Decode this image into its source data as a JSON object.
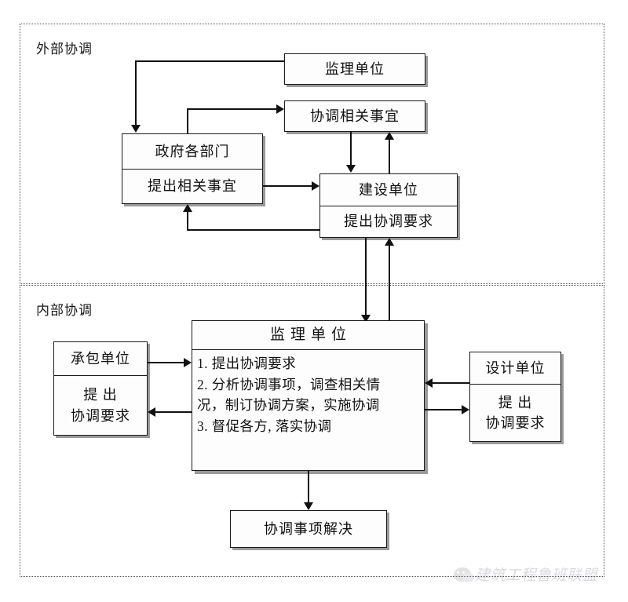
{
  "sections": {
    "external": {
      "label": "外部协调"
    },
    "internal": {
      "label": "内部协调"
    }
  },
  "nodes": {
    "supervision_top": {
      "title": "监理单位"
    },
    "coordination_matters": {
      "title": "协调相关事宜"
    },
    "government": {
      "title": "政府各部门",
      "sub": "提出相关事宜"
    },
    "construction_unit": {
      "title": "建设单位",
      "sub": "提出协调要求"
    },
    "contractor": {
      "title": "承包单位",
      "sub_line1": "提 出",
      "sub_line2": "协调要求"
    },
    "design_unit": {
      "title": "设计单位",
      "sub_line1": "提 出",
      "sub_line2": "协调要求"
    },
    "supervision_main": {
      "title": "监理单位",
      "items": [
        "1. 提出协调要求",
        "2. 分析协调事项，调查相关情",
        "况，制订协调方案，实施协调",
        "3. 督促各方, 落实协调"
      ]
    },
    "resolved": {
      "title": "协调事项解决"
    }
  },
  "watermark": {
    "text": "建筑工程鲁班联盟",
    "icon": "wechat-icon"
  },
  "colors": {
    "box_border": "#1a1a1a",
    "box_shadow": "#9a9a9a",
    "frame_border": "#555555",
    "line": "#111111",
    "background": "#ffffff"
  }
}
